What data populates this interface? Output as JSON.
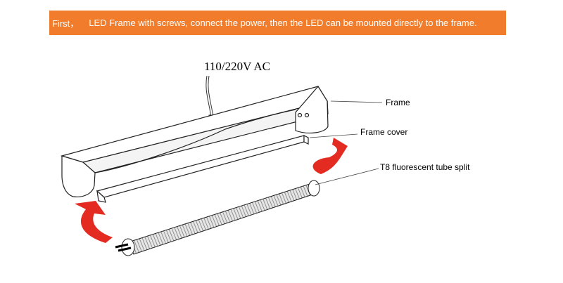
{
  "banner": {
    "prefix": "First，",
    "text": "LED Frame with screws, connect the power, then the LED can be mounted directly to the frame.",
    "background": "#f07c2c",
    "text_color": "#ffffff"
  },
  "diagram": {
    "voltage_label": "110/220V AC",
    "callouts": {
      "frame": "Frame",
      "frame_cover": "Frame cover",
      "tube": "T8 fluorescent tube split"
    },
    "arrow_color": "#e32b22",
    "arrow_icon": "curved-arrow-icon"
  }
}
